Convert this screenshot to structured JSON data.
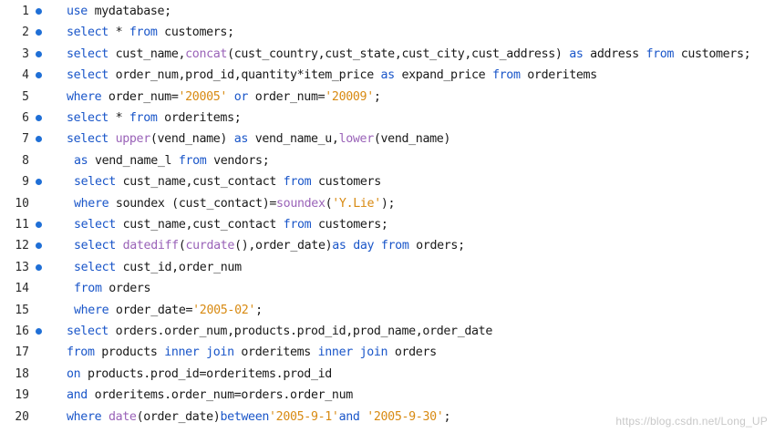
{
  "editor": {
    "lines": [
      {
        "num": "1",
        "bp": true,
        "indent": 0,
        "tokens": [
          {
            "t": "use",
            "c": "kw"
          },
          {
            "t": " mydatabase;",
            "c": ""
          }
        ]
      },
      {
        "num": "2",
        "bp": true,
        "indent": 0,
        "tokens": [
          {
            "t": "select",
            "c": "kw"
          },
          {
            "t": " * ",
            "c": ""
          },
          {
            "t": "from",
            "c": "kw"
          },
          {
            "t": " customers;",
            "c": ""
          }
        ]
      },
      {
        "num": "3",
        "bp": true,
        "indent": 0,
        "tokens": [
          {
            "t": "select",
            "c": "kw"
          },
          {
            "t": " cust_name,",
            "c": ""
          },
          {
            "t": "concat",
            "c": "fn"
          },
          {
            "t": "(cust_country,cust_state,cust_city,cust_address) ",
            "c": ""
          },
          {
            "t": "as",
            "c": "kw"
          },
          {
            "t": " address ",
            "c": ""
          },
          {
            "t": "from",
            "c": "kw"
          },
          {
            "t": " customers;",
            "c": ""
          }
        ]
      },
      {
        "num": "4",
        "bp": true,
        "indent": 0,
        "tokens": [
          {
            "t": "select",
            "c": "kw"
          },
          {
            "t": " order_num,prod_id,quantity*item_price ",
            "c": ""
          },
          {
            "t": "as",
            "c": "kw"
          },
          {
            "t": " expand_price ",
            "c": ""
          },
          {
            "t": "from",
            "c": "kw"
          },
          {
            "t": " orderitems",
            "c": ""
          }
        ]
      },
      {
        "num": "5",
        "bp": false,
        "indent": 0,
        "tokens": [
          {
            "t": "where",
            "c": "kw"
          },
          {
            "t": " order_num=",
            "c": ""
          },
          {
            "t": "'20005'",
            "c": "str"
          },
          {
            "t": " ",
            "c": ""
          },
          {
            "t": "or",
            "c": "kw"
          },
          {
            "t": " order_num=",
            "c": ""
          },
          {
            "t": "'20009'",
            "c": "str"
          },
          {
            "t": ";",
            "c": ""
          }
        ]
      },
      {
        "num": "6",
        "bp": true,
        "indent": 0,
        "tokens": [
          {
            "t": "select",
            "c": "kw"
          },
          {
            "t": " * ",
            "c": ""
          },
          {
            "t": "from",
            "c": "kw"
          },
          {
            "t": " orderitems;",
            "c": ""
          }
        ]
      },
      {
        "num": "7",
        "bp": true,
        "indent": 0,
        "tokens": [
          {
            "t": "select",
            "c": "kw"
          },
          {
            "t": " ",
            "c": ""
          },
          {
            "t": "upper",
            "c": "fn"
          },
          {
            "t": "(vend_name) ",
            "c": ""
          },
          {
            "t": "as",
            "c": "kw"
          },
          {
            "t": " vend_name_u,",
            "c": ""
          },
          {
            "t": "lower",
            "c": "fn"
          },
          {
            "t": "(vend_name)",
            "c": ""
          }
        ]
      },
      {
        "num": "8",
        "bp": false,
        "indent": 1,
        "tokens": [
          {
            "t": "as",
            "c": "kw"
          },
          {
            "t": " vend_name_l ",
            "c": ""
          },
          {
            "t": "from",
            "c": "kw"
          },
          {
            "t": " vendors;",
            "c": ""
          }
        ]
      },
      {
        "num": "9",
        "bp": true,
        "indent": 1,
        "tokens": [
          {
            "t": "select",
            "c": "kw"
          },
          {
            "t": " cust_name,cust_contact ",
            "c": ""
          },
          {
            "t": "from",
            "c": "kw"
          },
          {
            "t": " customers",
            "c": ""
          }
        ]
      },
      {
        "num": "10",
        "bp": false,
        "indent": 1,
        "tokens": [
          {
            "t": "where",
            "c": "kw"
          },
          {
            "t": " soundex (cust_contact)=",
            "c": ""
          },
          {
            "t": "soundex",
            "c": "fn"
          },
          {
            "t": "(",
            "c": ""
          },
          {
            "t": "'Y.Lie'",
            "c": "str"
          },
          {
            "t": ");",
            "c": ""
          }
        ]
      },
      {
        "num": "11",
        "bp": true,
        "indent": 1,
        "tokens": [
          {
            "t": "select",
            "c": "kw"
          },
          {
            "t": " cust_name,cust_contact ",
            "c": ""
          },
          {
            "t": "from",
            "c": "kw"
          },
          {
            "t": " customers;",
            "c": ""
          }
        ]
      },
      {
        "num": "12",
        "bp": true,
        "indent": 1,
        "tokens": [
          {
            "t": "select",
            "c": "kw"
          },
          {
            "t": " ",
            "c": ""
          },
          {
            "t": "datediff",
            "c": "fn"
          },
          {
            "t": "(",
            "c": ""
          },
          {
            "t": "curdate",
            "c": "fn"
          },
          {
            "t": "(),order_date)",
            "c": ""
          },
          {
            "t": "as",
            "c": "kw"
          },
          {
            "t": " ",
            "c": ""
          },
          {
            "t": "day",
            "c": "kw"
          },
          {
            "t": " ",
            "c": ""
          },
          {
            "t": "from",
            "c": "kw"
          },
          {
            "t": " orders;",
            "c": ""
          }
        ]
      },
      {
        "num": "13",
        "bp": true,
        "indent": 1,
        "tokens": [
          {
            "t": "select",
            "c": "kw"
          },
          {
            "t": " cust_id,order_num",
            "c": ""
          }
        ]
      },
      {
        "num": "14",
        "bp": false,
        "indent": 1,
        "tokens": [
          {
            "t": "from",
            "c": "kw"
          },
          {
            "t": " orders",
            "c": ""
          }
        ]
      },
      {
        "num": "15",
        "bp": false,
        "indent": 1,
        "tokens": [
          {
            "t": "where",
            "c": "kw"
          },
          {
            "t": " order_date=",
            "c": ""
          },
          {
            "t": "'2005-02'",
            "c": "str"
          },
          {
            "t": ";",
            "c": ""
          }
        ]
      },
      {
        "num": "16",
        "bp": true,
        "indent": 0,
        "tokens": [
          {
            "t": "select",
            "c": "kw"
          },
          {
            "t": " orders.order_num,products.prod_id,prod_name,order_date",
            "c": ""
          }
        ]
      },
      {
        "num": "17",
        "bp": false,
        "indent": 0,
        "tokens": [
          {
            "t": "from",
            "c": "kw"
          },
          {
            "t": " products ",
            "c": ""
          },
          {
            "t": "inner",
            "c": "kw"
          },
          {
            "t": " ",
            "c": ""
          },
          {
            "t": "join",
            "c": "kw"
          },
          {
            "t": " orderitems ",
            "c": ""
          },
          {
            "t": "inner",
            "c": "kw"
          },
          {
            "t": " ",
            "c": ""
          },
          {
            "t": "join",
            "c": "kw"
          },
          {
            "t": " orders",
            "c": ""
          }
        ]
      },
      {
        "num": "18",
        "bp": false,
        "indent": 0,
        "tokens": [
          {
            "t": "on",
            "c": "kw"
          },
          {
            "t": " products.prod_id=orderitems.prod_id",
            "c": ""
          }
        ]
      },
      {
        "num": "19",
        "bp": false,
        "indent": 0,
        "tokens": [
          {
            "t": "and",
            "c": "kw"
          },
          {
            "t": " orderitems.order_num=orders.order_num",
            "c": ""
          }
        ]
      },
      {
        "num": "20",
        "bp": false,
        "indent": 0,
        "tokens": [
          {
            "t": "where",
            "c": "kw"
          },
          {
            "t": " ",
            "c": ""
          },
          {
            "t": "date",
            "c": "fn"
          },
          {
            "t": "(order_date)",
            "c": ""
          },
          {
            "t": "between",
            "c": "kw"
          },
          {
            "t": "'2005-9-1'",
            "c": "str"
          },
          {
            "t": "and",
            "c": "kw"
          },
          {
            "t": " ",
            "c": ""
          },
          {
            "t": "'2005-9-30'",
            "c": "str"
          },
          {
            "t": ";",
            "c": ""
          }
        ]
      }
    ]
  },
  "watermark": "https://blog.csdn.net/Long_UP",
  "colors": {
    "keyword": "#1a56c9",
    "function": "#9a63b8",
    "string": "#d88a12",
    "text": "#1a1a1a",
    "breakpoint": "#1f6fd6"
  }
}
